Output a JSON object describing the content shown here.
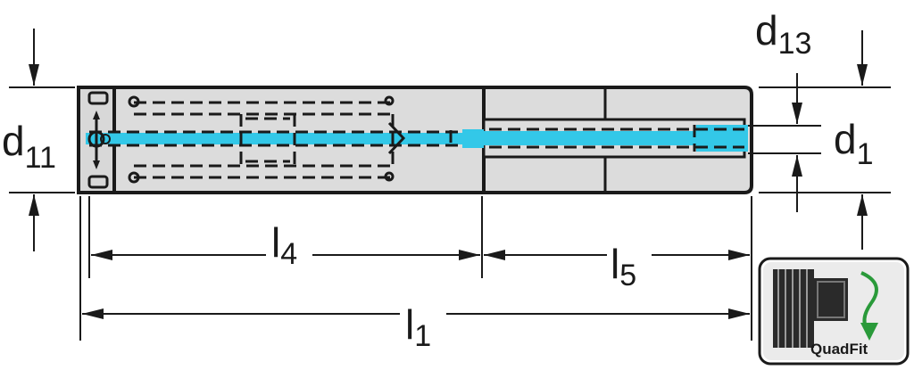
{
  "dimensions": {
    "d11": {
      "main": "d",
      "sub": "11"
    },
    "d13": {
      "main": "d",
      "sub": "13"
    },
    "d1": {
      "main": "d",
      "sub": "1"
    },
    "l4": {
      "main": "l",
      "sub": "4"
    },
    "l5": {
      "main": "l",
      "sub": "5"
    },
    "l1": {
      "main": "l",
      "sub": "1"
    }
  },
  "badge": {
    "label": "QuadFit",
    "icon": "quadfit-connector-icon"
  },
  "colors": {
    "line": "#1a1a1a",
    "body_fill": "#dcdcdc",
    "coolant": "#33c8e8",
    "arrow_green": "#2a9a3a"
  }
}
